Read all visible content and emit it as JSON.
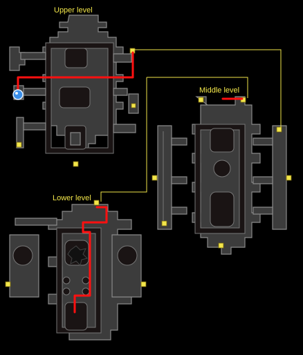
{
  "levels": {
    "upper": "Upper level",
    "middle": "Middle level",
    "lower": "Lower level"
  },
  "colors": {
    "background": "#000000",
    "route": "#ff1010",
    "connector": "#f2e64a",
    "label": "#f2e64a",
    "wall": "#8a8a8a",
    "floor": "#1a1414",
    "start_marker": "#3a8ee8"
  },
  "icons": {
    "start": "blue-orb-icon",
    "ladder": "ladder-icon",
    "boss": "boss-skull-icon"
  }
}
